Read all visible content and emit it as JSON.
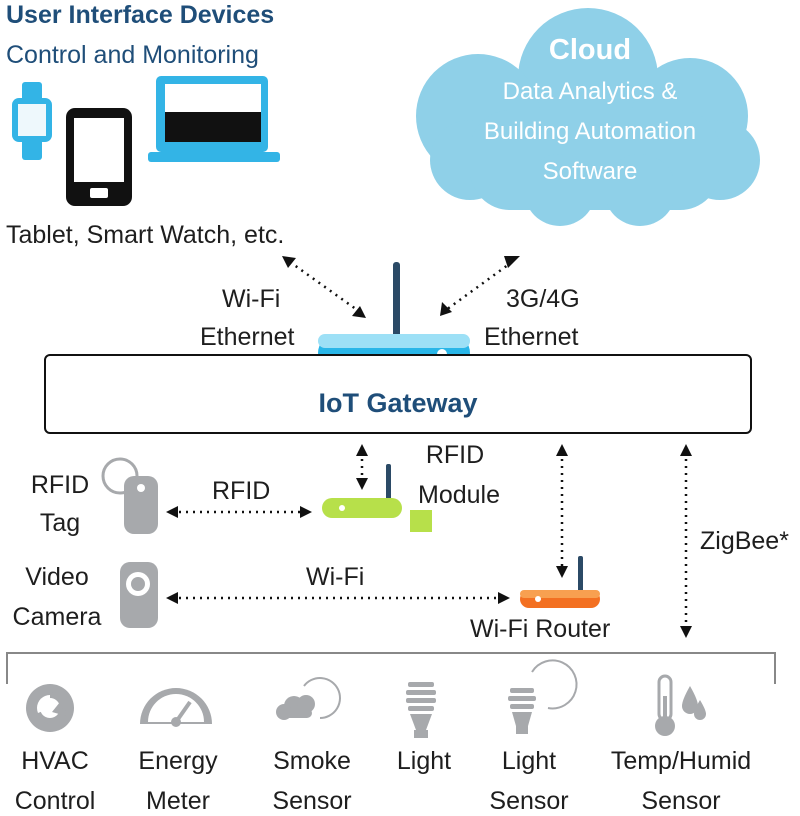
{
  "header": {
    "title": "User Interface Devices",
    "subtitle": "Control and Monitoring"
  },
  "cloud": {
    "title": "Cloud",
    "lines": [
      "Data Analytics &",
      "Building Automation",
      "Software"
    ]
  },
  "devices_caption": "Tablet, Smart Watch, etc.",
  "links": {
    "left_line1": "Wi-Fi",
    "left_line2": "Ethernet",
    "right_line1": "3G/4G",
    "right_line2": "Ethernet",
    "rfid": "RFID",
    "wifi": "Wi-Fi",
    "zigbee": "ZigBee*"
  },
  "gateway": {
    "label": "IoT Gateway"
  },
  "rfid_tag": {
    "line1": "RFID",
    "line2": "Tag"
  },
  "video_camera": {
    "line1": "Video",
    "line2": "Camera"
  },
  "rfid_module": {
    "line1": "RFID",
    "line2": "Module"
  },
  "wifi_router": {
    "label": "Wi-Fi Router"
  },
  "sensors": [
    {
      "line1": "HVAC",
      "line2": "Control",
      "icon": "hvac-icon"
    },
    {
      "line1": "Energy",
      "line2": "Meter",
      "icon": "energy-meter-icon"
    },
    {
      "line1": "Smoke",
      "line2": "Sensor",
      "icon": "smoke-sensor-icon"
    },
    {
      "line1": "Light",
      "line2": "",
      "icon": "light-bulb-icon"
    },
    {
      "line1": "Light",
      "line2": "Sensor",
      "icon": "light-sensor-icon"
    },
    {
      "line1": "Temp/Humid",
      "line2": "Sensor",
      "icon": "temp-humid-icon"
    }
  ],
  "colors": {
    "title_blue": "#1f4e79",
    "cloud_blue": "#8fd0e8",
    "gateway_router_blue": "#29b6e8",
    "rfid_module_green": "#b7e04a",
    "router_orange": "#f37021",
    "icon_gray": "#a7a9ac"
  }
}
